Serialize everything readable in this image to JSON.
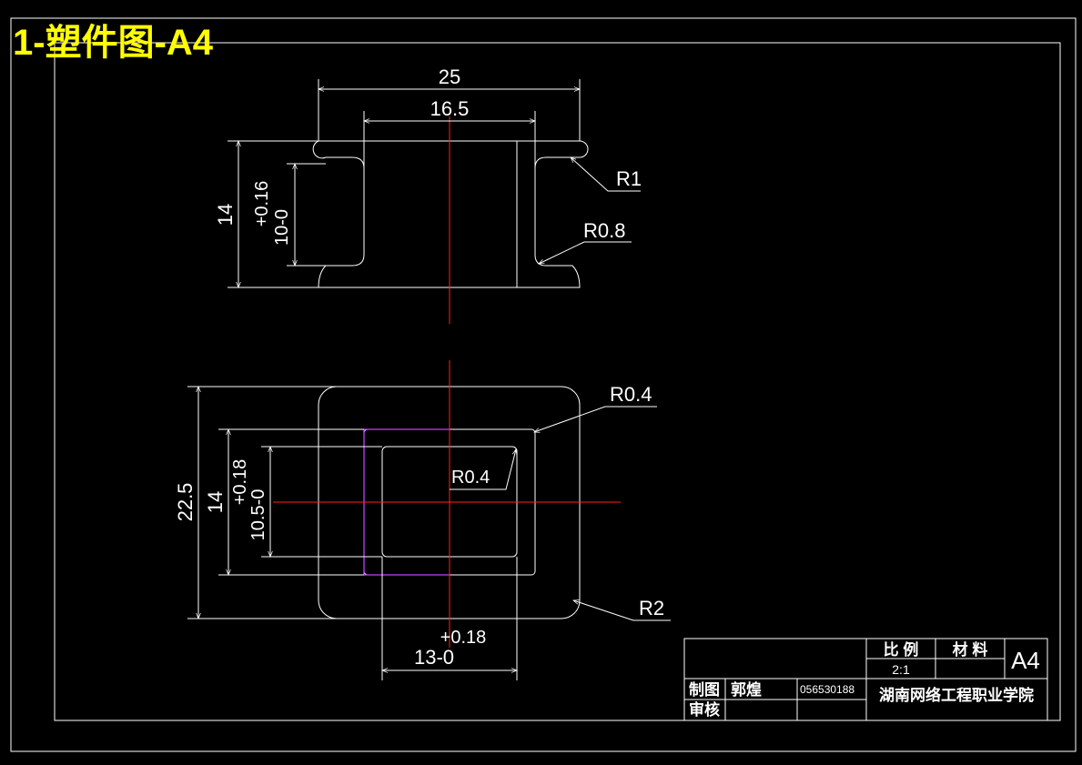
{
  "title": "1-塑件图-A4",
  "side_view": {
    "dim_overall_width": "25",
    "dim_inner_width": "16.5",
    "dim_height": "14",
    "dim_groove_tol": "+0.16",
    "dim_groove_nominal": "10-0",
    "radius_outer": "R1",
    "radius_inner": "R0.8"
  },
  "top_view": {
    "dim_outer_height": "22.5",
    "dim_mid_height": "14",
    "dim_hole_tol": "+0.18",
    "dim_hole_nominal": "10.5-0",
    "dim_bottom_tol": "+0.18",
    "dim_bottom_nominal": "13-0",
    "radius_mid": "R0.4",
    "radius_hole": "R0.4",
    "radius_outer": "R2"
  },
  "title_block": {
    "scale_label": "比 例",
    "material_label": "材 料",
    "scale_value": "2:1",
    "sheet_size": "A4",
    "drawn_label": "制图",
    "drawn_by": "郭煌",
    "drawing_number": "056530188",
    "check_label": "审核",
    "institution": "湖南网络工程职业学院"
  },
  "colors": {
    "background": "#000000",
    "linework": "#ffffff",
    "centerline": "#ff2020",
    "highlight": "#c040ff",
    "title": "#ffff00"
  }
}
